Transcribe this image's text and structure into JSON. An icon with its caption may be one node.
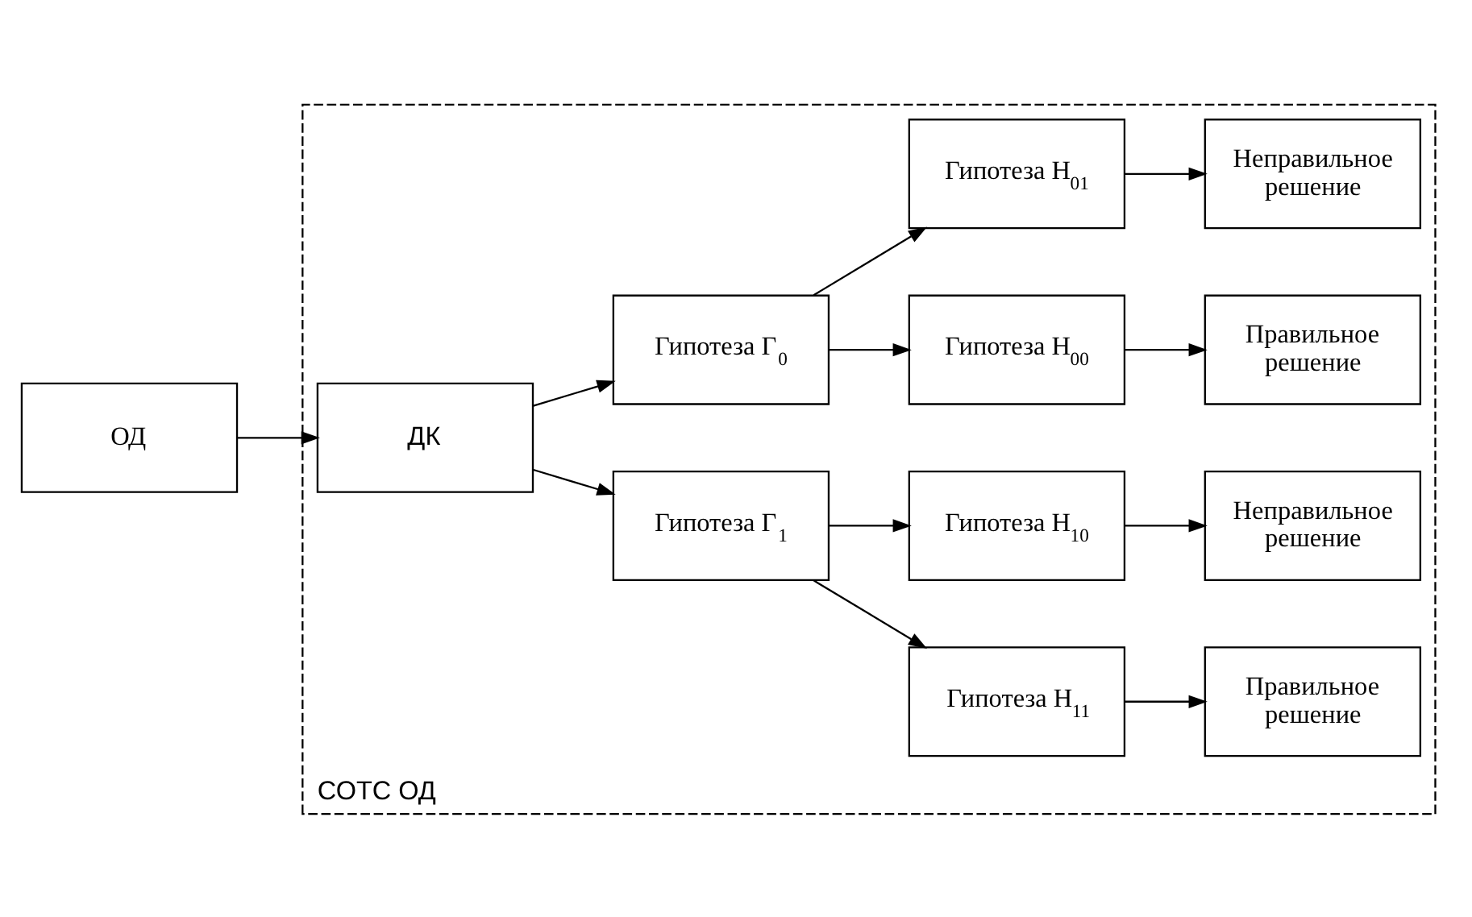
{
  "diagram": {
    "nodes": [
      {
        "text": [
          "СОТС ОД"
        ]
      },
      {
        "text": [
          "ОД"
        ]
      },
      {
        "text": [
          "ДК"
        ],
        "in": 0
      },
      {
        "text": [
          "Гипотеза Г$_{1}$"
        ],
        "in": 0
      },
      {
        "text": [
          "Гипотеза Г$_{0}$"
        ],
        "in": 0
      },
      {
        "text": [
          "Гипотеза H$_{11}$"
        ],
        "in": 0
      },
      {
        "text": [
          "Правильное решение"
        ],
        "in": 0
      },
      {
        "text": [
          "Гипотеза H$_{10}$"
        ],
        "in": 0
      },
      {
        "text": [
          "Неправильное решение"
        ],
        "in": 0
      },
      {
        "text": [
          "Гипотеза H$_{00}$"
        ],
        "in": 0
      },
      {
        "text": [
          "Правильное решение"
        ],
        "in": 0
      },
      {
        "text": [
          "Гипотеза H$_{01}$"
        ],
        "in": 0
      },
      {
        "text": [
          "Неправильное решение"
        ],
        "in": 0
      }
    ],
    "edges": [
      {
        "from": 1,
        "to": 2,
        "arrow": "to"
      },
      {
        "from": 2,
        "to": 3,
        "arrow": "to"
      },
      {
        "from": 2,
        "to": 4,
        "arrow": "to"
      },
      {
        "from": 3,
        "to": 5,
        "arrow": "to"
      },
      {
        "from": 3,
        "to": 7,
        "arrow": "to"
      },
      {
        "from": 5,
        "to": 6,
        "arrow": "to"
      },
      {
        "from": 7,
        "to": 8,
        "arrow": "to"
      },
      {
        "from": 4,
        "to": 9,
        "arrow": "to"
      },
      {
        "from": 4,
        "to": 11,
        "arrow": "to"
      },
      {
        "from": 9,
        "to": 10,
        "arrow": "to"
      },
      {
        "from": 11,
        "to": 12,
        "arrow": "to"
      }
    ]
  }
}
